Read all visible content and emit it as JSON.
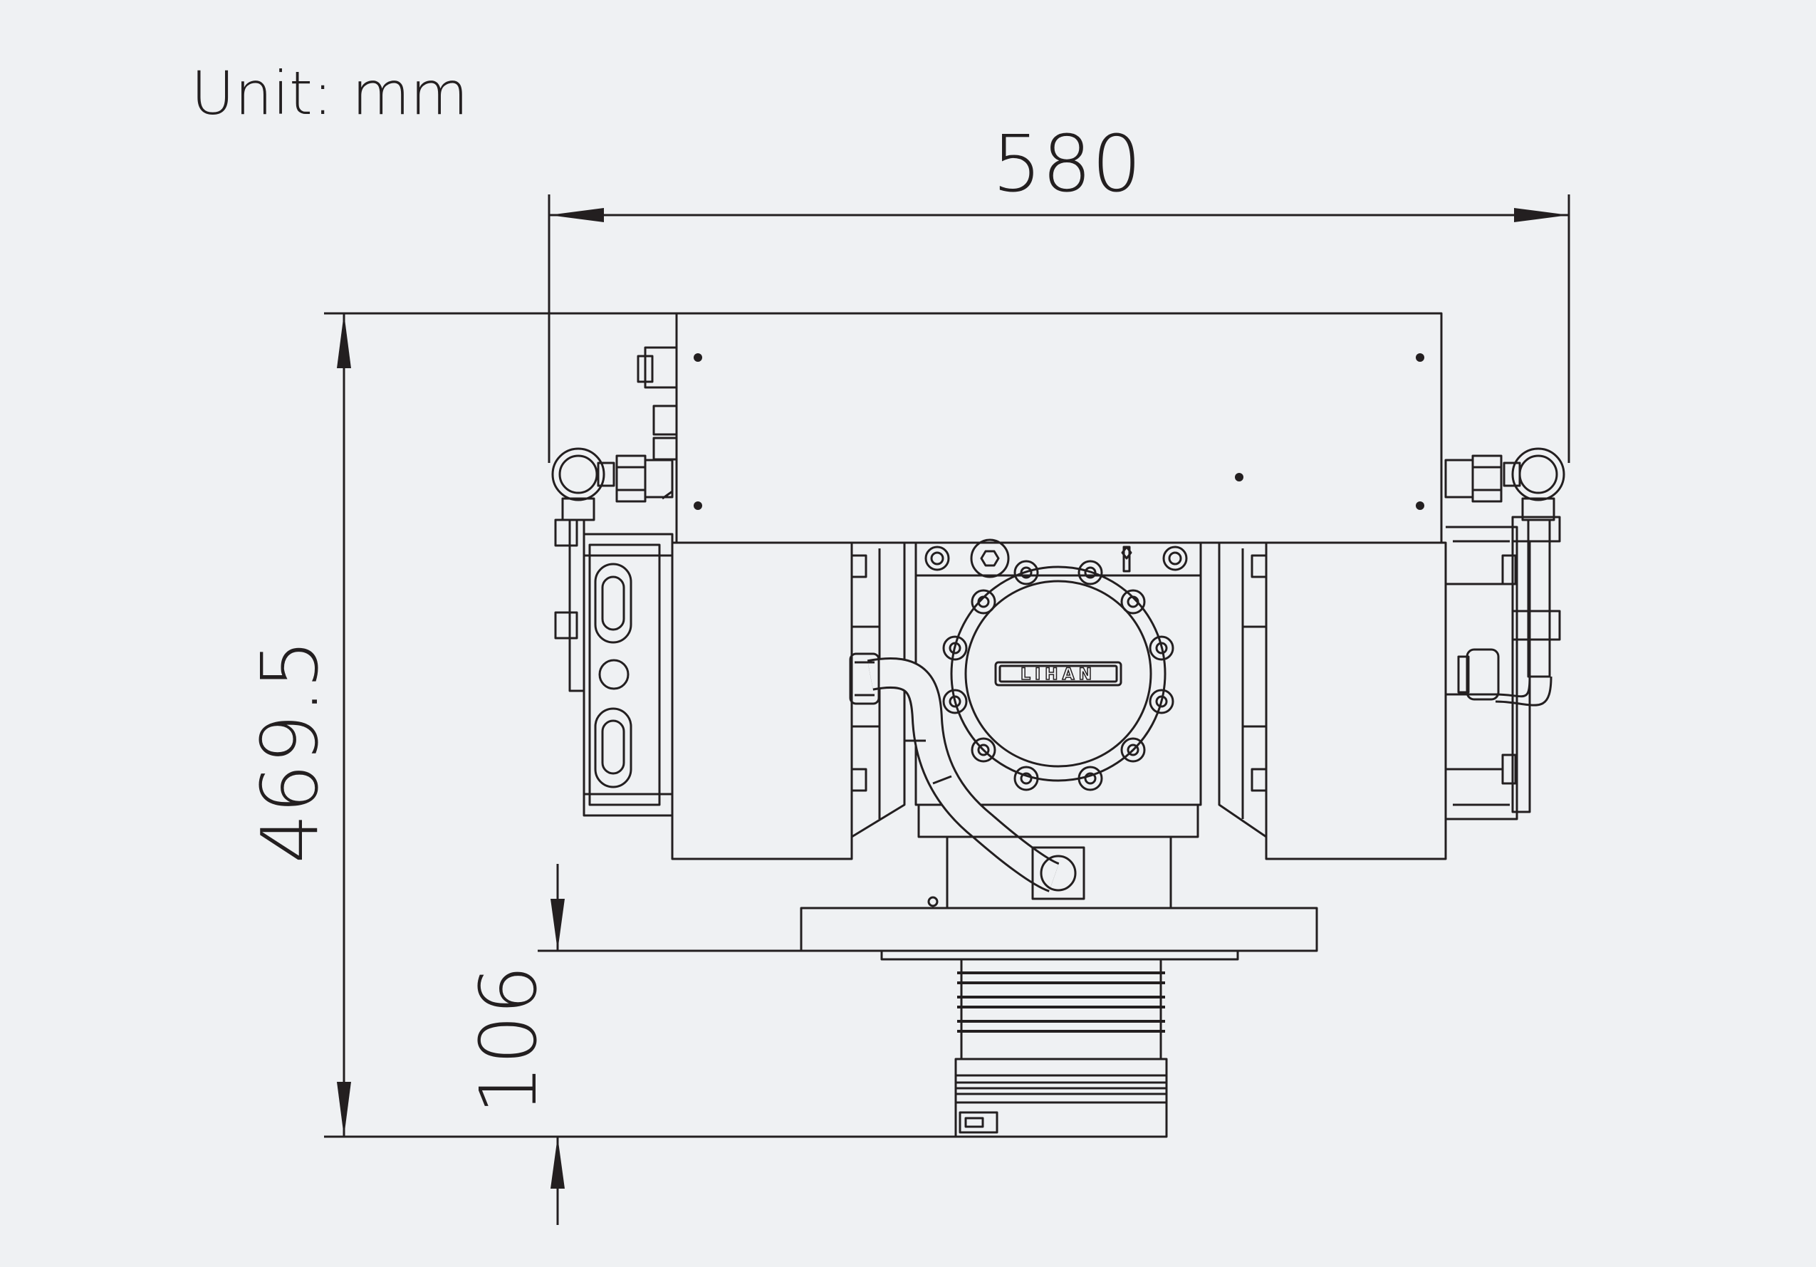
{
  "unit_label": "Unit: mm",
  "dimensions": {
    "width": "580",
    "height": "469.5",
    "bottom": "106"
  },
  "logo_text": "LIHAN",
  "colors": {
    "background": "#eff1f3",
    "line": "#231f20"
  }
}
